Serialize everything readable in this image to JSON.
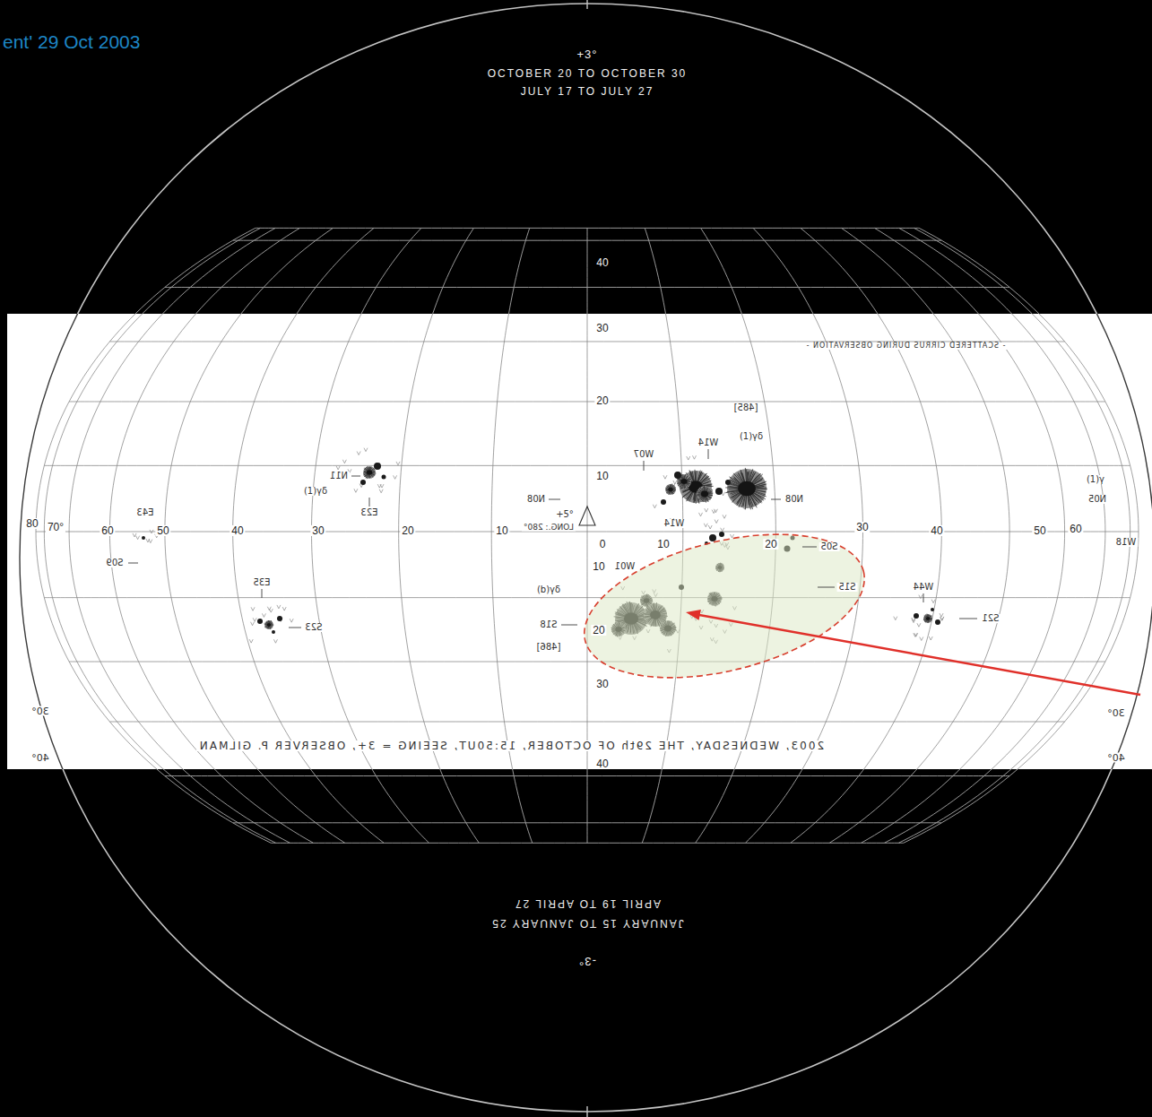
{
  "diagram": {
    "title": "ent' 29 Oct 2003",
    "labels": [
      "+3°",
      "OCTOBER 20 TO OCTOBER 30",
      "JULY 17 TO JULY 27",
      "40",
      "30",
      "- SCATTERED CIRRUS DURING OBSERVATION -",
      "20",
      "[485]",
      "(1)γδ",
      "W14",
      "W07",
      "N11",
      "10",
      "(1)γδ",
      "(1)γ",
      "N08",
      "N08",
      "N05",
      "E23",
      "+5°",
      "E43",
      "W14",
      "80",
      "70°",
      "60",
      "50",
      "40",
      "30",
      "20",
      "10",
      "LONG.: 280°",
      "30",
      "40",
      "50",
      "60",
      "0",
      "10",
      "20",
      "W18",
      "S05",
      "S09",
      "10",
      "W01",
      "E35",
      "(b)γδ",
      "S15",
      "W44",
      "S18",
      "20",
      "S21",
      "S23",
      "[486]",
      "30",
      "30°",
      "30°",
      "2003, WEDNESDAY, THE 29th OF OCTOBER, 15:50UT, SEEING = 3+, OBSERVER P. GILMAN",
      "40°",
      "40",
      "40°",
      "APRIL 19 TO APRIL 27",
      "JANUARY 15 TO JANUARY 25",
      "-3°"
    ]
  }
}
